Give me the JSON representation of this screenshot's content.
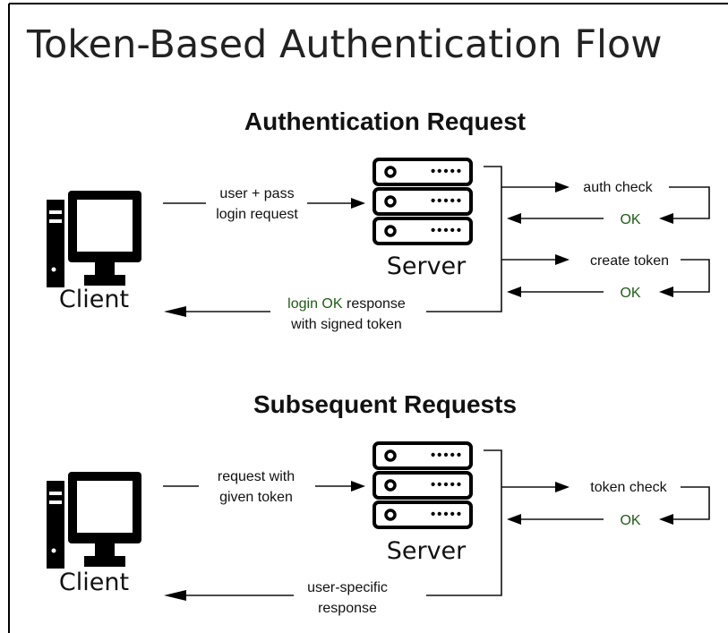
{
  "title": "Token-Based Authentication Flow",
  "sections": [
    {
      "heading": "Authentication Request",
      "client_label": "Client",
      "server_label": "Server",
      "request_lines": [
        "user + pass",
        "login request"
      ],
      "steps": [
        {
          "label": "auth check",
          "reply": "OK"
        },
        {
          "label": "create token",
          "reply": "OK"
        }
      ],
      "response_ok": "login OK",
      "response_rest": " response",
      "response_line2": "with signed token"
    },
    {
      "heading": "Subsequent Requests",
      "client_label": "Client",
      "server_label": "Server",
      "request_lines": [
        "request with",
        "given token"
      ],
      "steps": [
        {
          "label": "token check",
          "reply": "OK"
        }
      ],
      "response_lines": [
        "user-specific",
        "response"
      ]
    }
  ],
  "colors": {
    "ok_text": "#1f5c16",
    "ink": "#111111"
  },
  "icons": [
    "desktop-computer-icon",
    "server-rack-icon"
  ]
}
